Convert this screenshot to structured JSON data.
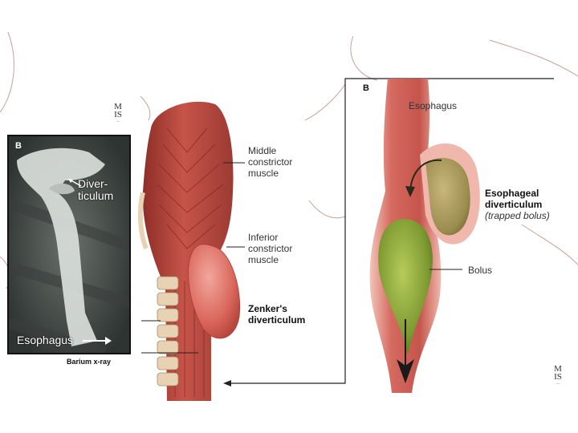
{
  "xray_panel": {
    "letter": "B",
    "label_diverticulum_line1": "Diver-",
    "label_diverticulum_line2": "ticulum",
    "label_esophagus": "Esophagus",
    "caption": "Barium x-ray"
  },
  "anatomy_panel": {
    "label_middle_line1": "Middle",
    "label_middle_line2": "constrictor",
    "label_middle_line3": "muscle",
    "label_inferior_line1": "Inferior",
    "label_inferior_line2": "constrictor",
    "label_inferior_line3": "muscle",
    "label_zenker_line1": "Zenker's",
    "label_zenker_line2": "diverticulum"
  },
  "esophagus_panel": {
    "letter": "B",
    "label_esophagus": "Esophagus",
    "label_diverticulum_line1": "Esophageal",
    "label_diverticulum_line2": "diverticulum",
    "label_diverticulum_line3": "(trapped bolus)",
    "label_bolus": "Bolus"
  },
  "logo_text": {
    "line1": "M",
    "line2": "IS"
  },
  "colors": {
    "muscle": "#b8473f",
    "muscle_light": "#e08a80",
    "pouch": "#d9655a",
    "bolus": "#8aa53a",
    "trapped_bolus": "#a89a5a",
    "xray_bg": "#4a524e"
  }
}
